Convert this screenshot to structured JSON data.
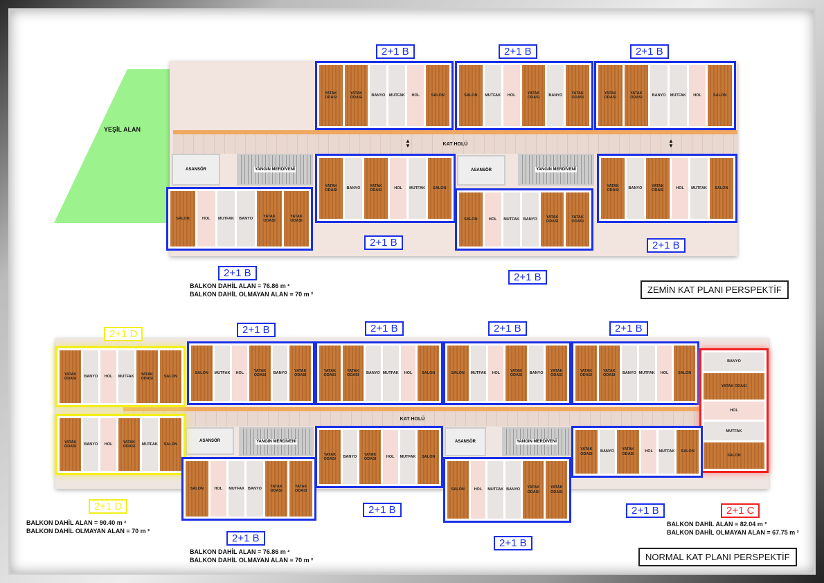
{
  "top_plan": {
    "title": "ZEMİN KAT PLANI PERSPEKTİF",
    "green_area_label": "YEŞİL ALAN",
    "corridor_label": "KAT HOLÜ",
    "elevator_label": "ASANSÖR",
    "fire_stairs_label": "YANGIN MERDİVENİ",
    "units": [
      {
        "type": "2+1 B",
        "rooms": [
          "YATAK ODASI",
          "YATAK ODASI",
          "BANYO",
          "MUTFAK",
          "HOL",
          "SALON"
        ]
      },
      {
        "type": "2+1 B",
        "rooms": [
          "SALON",
          "MUTFAK",
          "HOL",
          "YATAK ODASI",
          "BANYO",
          "YATAK ODASI"
        ]
      },
      {
        "type": "2+1 B",
        "rooms": [
          "YATAK ODASI",
          "YATAK ODASI",
          "BANYO",
          "MUTFAK",
          "HOL",
          "SALON"
        ]
      },
      {
        "type": "2+1 B",
        "rooms": [
          "SALON",
          "HOL",
          "MUTFAK",
          "BANYO",
          "YATAK ODASI",
          "YATAK ODASI"
        ]
      },
      {
        "type": "2+1 B",
        "rooms": [
          "YATAK ODASI",
          "BANYO",
          "YATAK ODASI",
          "HOL",
          "MUTFAK",
          "SALON"
        ]
      },
      {
        "type": "2+1 B",
        "rooms": [
          "SALON",
          "HOL",
          "MUTFAK",
          "BANYO",
          "YATAK ODASI",
          "YATAK ODASI"
        ]
      },
      {
        "type": "2+1 B",
        "rooms": [
          "YATAK ODASI",
          "BANYO",
          "YATAK ODASI",
          "HOL",
          "MUTFAK",
          "SALON"
        ]
      }
    ],
    "area_note": {
      "with_balcony": "BALKON DAHİL ALAN = 76.86 m ²",
      "without_balcony": "BALKON DAHİL OLMAYAN ALAN = 70 m ²"
    }
  },
  "normal_plan": {
    "title": "NORMAL KAT PLANI PERSPEKTİF",
    "corridor_label": "KAT HOLÜ",
    "elevator_label": "ASANSÖR",
    "fire_stairs_label": "YANGIN MERDİVENİ",
    "units": [
      {
        "type": "2+1 D",
        "rooms": [
          "YATAK ODASI",
          "BANYO",
          "HOL",
          "MUTFAK",
          "YATAK ODASI",
          "SALON"
        ]
      },
      {
        "type": "2+1 D",
        "rooms": [
          "YATAK ODASI",
          "BANYO",
          "HOL",
          "YATAK ODASI",
          "MUTFAK",
          "SALON"
        ]
      },
      {
        "type": "2+1 B",
        "rooms": [
          "SALON",
          "MUTFAK",
          "HOL",
          "YATAK ODASI",
          "BANYO",
          "YATAK ODASI"
        ]
      },
      {
        "type": "2+1 B",
        "rooms": [
          "YATAK ODASI",
          "YATAK ODASI",
          "BANYO",
          "MUTFAK",
          "HOL",
          "SALON"
        ]
      },
      {
        "type": "2+1 B",
        "rooms": [
          "SALON",
          "MUTFAK",
          "HOL",
          "YATAK ODASI",
          "BANYO",
          "YATAK ODASI"
        ]
      },
      {
        "type": "2+1 B",
        "rooms": [
          "YATAK ODASI",
          "YATAK ODASI",
          "BANYO",
          "MUTFAK",
          "HOL",
          "SALON"
        ]
      },
      {
        "type": "2+1 C",
        "rooms": [
          "BANYO",
          "YATAK ODASI",
          "HOL",
          "MUTFAK",
          "SALON"
        ]
      },
      {
        "type": "2+1 B",
        "rooms": [
          "SALON",
          "HOL",
          "MUTFAK",
          "BANYO",
          "YATAK ODASI",
          "YATAK ODASI"
        ]
      },
      {
        "type": "2+1 B",
        "rooms": [
          "YATAK ODASI",
          "BANYO",
          "YATAK ODASI",
          "HOL",
          "MUTFAK",
          "SALON"
        ]
      },
      {
        "type": "2+1 B",
        "rooms": [
          "SALON",
          "HOL",
          "MUTFAK",
          "BANYO",
          "YATAK ODASI",
          "YATAK ODASI"
        ]
      },
      {
        "type": "2+1 B",
        "rooms": [
          "YATAK ODASI",
          "BANYO",
          "YATAK ODASI",
          "HOL",
          "MUTFAK",
          "SALON"
        ]
      }
    ],
    "notes": {
      "d": {
        "with_balcony": "BALKON DAHİL ALAN = 90.40 m ²",
        "without_balcony": "BALKON DAHİL OLMAYAN ALAN = 70 m ²"
      },
      "b": {
        "with_balcony": "BALKON DAHİL ALAN = 76.86 m ²",
        "without_balcony": "BALKON DAHİL OLMAYAN ALAN = 70 m ²"
      },
      "c": {
        "with_balcony": "BALKON DAHİL ALAN =  82.04 m ²",
        "without_balcony": "BALKON DAHİL OLMAYAN ALAN = 67.75 m ²"
      }
    }
  },
  "colors": {
    "unit_b": "#1a2fe8",
    "unit_d": "#f2ef1a",
    "unit_c": "#f02020",
    "green_area": "#9cf28c"
  }
}
